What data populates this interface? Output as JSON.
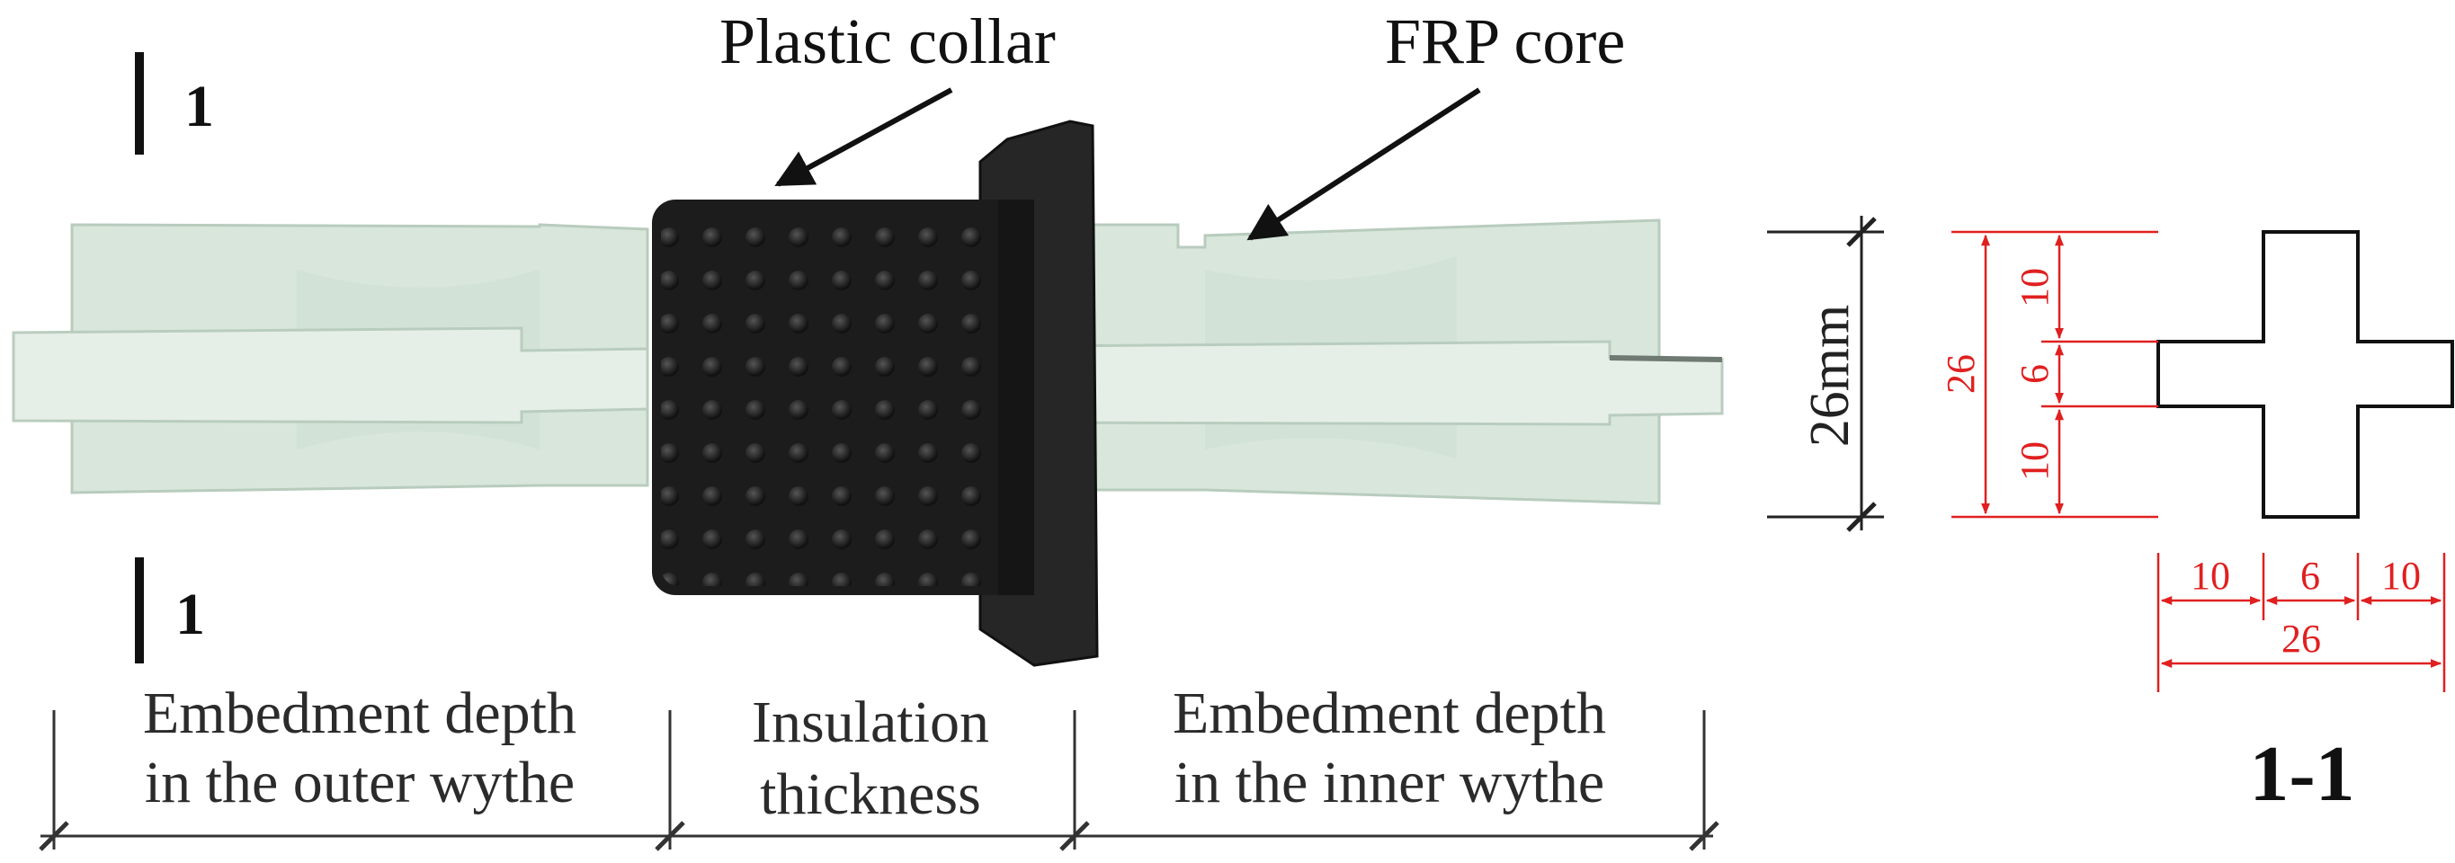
{
  "labels": {
    "plastic_collar": "Plastic collar",
    "frp_core": "FRP core",
    "section_mark_top": "1",
    "section_mark_bottom": "1",
    "outer_line1": "Embedment depth",
    "outer_line2": "in the outer wythe",
    "insul_line1": "Insulation",
    "insul_line2": "thickness",
    "inner_line1": "Embedment depth",
    "inner_line2": "in the inner wythe",
    "section_title": "1-1"
  },
  "dimensions": {
    "overall_height": "26mm",
    "vertical": {
      "total": "26",
      "top": "10",
      "middle": "6",
      "bottom": "10"
    },
    "horizontal": {
      "left": "10",
      "middle": "6",
      "right": "10",
      "total": "26"
    }
  },
  "colors": {
    "frp": "#dbe9df",
    "collar": "#1c1c1c",
    "dimension_red": "#e02020"
  }
}
